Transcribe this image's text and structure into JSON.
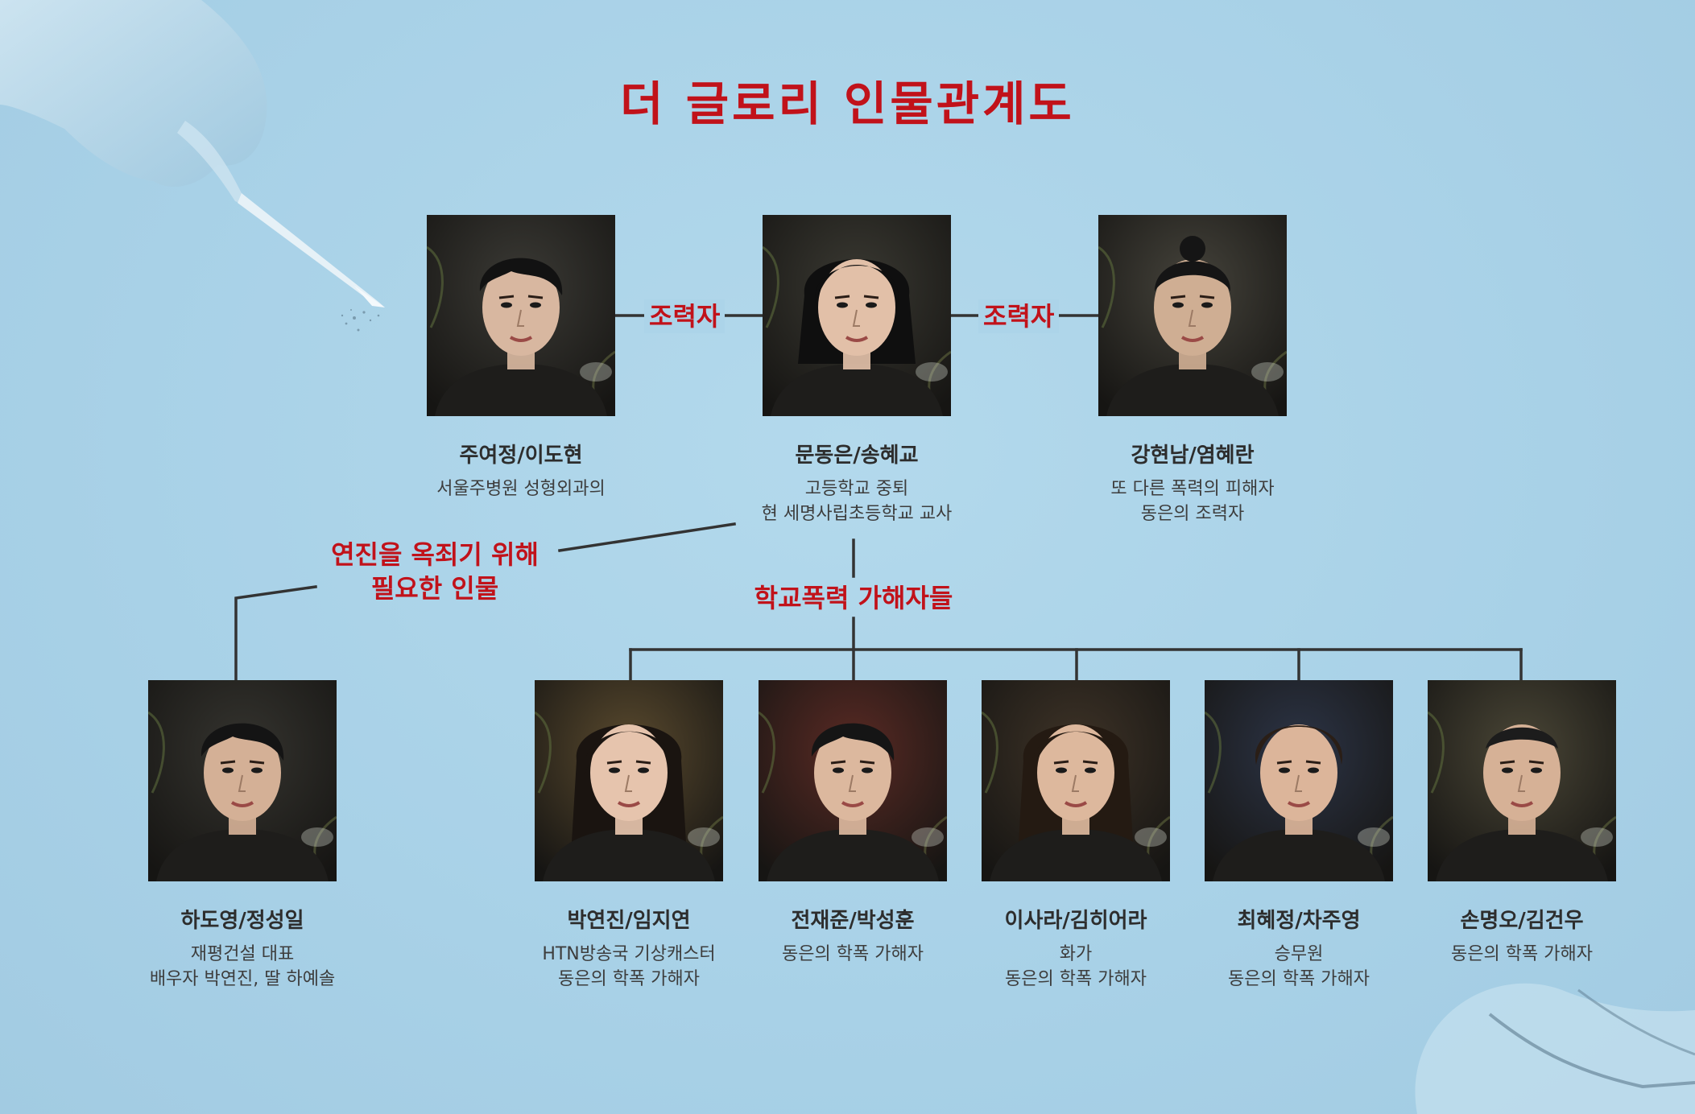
{
  "title": "더 글로리 인물관계도",
  "relations": {
    "helper_left": "조력자",
    "helper_right": "조력자",
    "needed": [
      "연진을 옥죄기 위해",
      "필요한 인물"
    ],
    "bullies": "학교폭력 가해자들"
  },
  "characters": [
    {
      "id": "yeojeong",
      "name": "주여정/이도현",
      "desc": [
        "서울주병원 성형외과의"
      ],
      "tone": "#3b3a35",
      "face": "#d8b7a0",
      "hair": "#121212",
      "hair_style": "short"
    },
    {
      "id": "dongeun",
      "name": "문동은/송혜교",
      "desc": [
        "고등학교 중퇴",
        "현 세명사립초등학교 교사"
      ],
      "tone": "#3a3932",
      "face": "#e2c0a8",
      "hair": "#0f0f0f",
      "hair_style": "bob"
    },
    {
      "id": "hyeonnam",
      "name": "강현남/염혜란",
      "desc": [
        "또 다른 폭력의 피해자",
        "동은의 조력자"
      ],
      "tone": "#45433b",
      "face": "#cfae93",
      "hair": "#151515",
      "hair_style": "tied"
    },
    {
      "id": "doyeong",
      "name": "하도영/정성일",
      "desc": [
        "재평건설 대표",
        "배우자 박연진, 딸 하예솔"
      ],
      "tone": "#35342f",
      "face": "#d4b096",
      "hair": "#141414",
      "hair_style": "short"
    },
    {
      "id": "yeonjin",
      "name": "박연진/임지연",
      "desc": [
        "HTN방송국 기상캐스터",
        "동은의 학폭 가해자"
      ],
      "tone": "#5a4a2e",
      "face": "#e6c4ad",
      "hair": "#1a1410",
      "hair_style": "long"
    },
    {
      "id": "jaejun",
      "name": "전재준/박성훈",
      "desc": [
        "동은의 학폭 가해자"
      ],
      "tone": "#5a2a24",
      "face": "#dcb89e",
      "hair": "#151515",
      "hair_style": "short"
    },
    {
      "id": "sara",
      "name": "이사라/김히어라",
      "desc": [
        "화가",
        "동은의 학폭 가해자"
      ],
      "tone": "#3e3327",
      "face": "#ddb89d",
      "hair": "#241a12",
      "hair_style": "long"
    },
    {
      "id": "hyejeong",
      "name": "최혜정/차주영",
      "desc": [
        "승무원",
        "동은의 학폭 가해자"
      ],
      "tone": "#2c3446",
      "face": "#dcb59a",
      "hair": "#2a1e16",
      "hair_style": "curly"
    },
    {
      "id": "myeongo",
      "name": "손명오/김건우",
      "desc": [
        "동은의 학폭 가해자"
      ],
      "tone": "#4a4636",
      "face": "#d6b196",
      "hair": "#1c1c1c",
      "hair_style": "buzz"
    }
  ],
  "colors": {
    "background": "#a9d2e8",
    "accent_red": "#c1121a",
    "line": "#333333",
    "name_text": "#2d2d2d"
  }
}
